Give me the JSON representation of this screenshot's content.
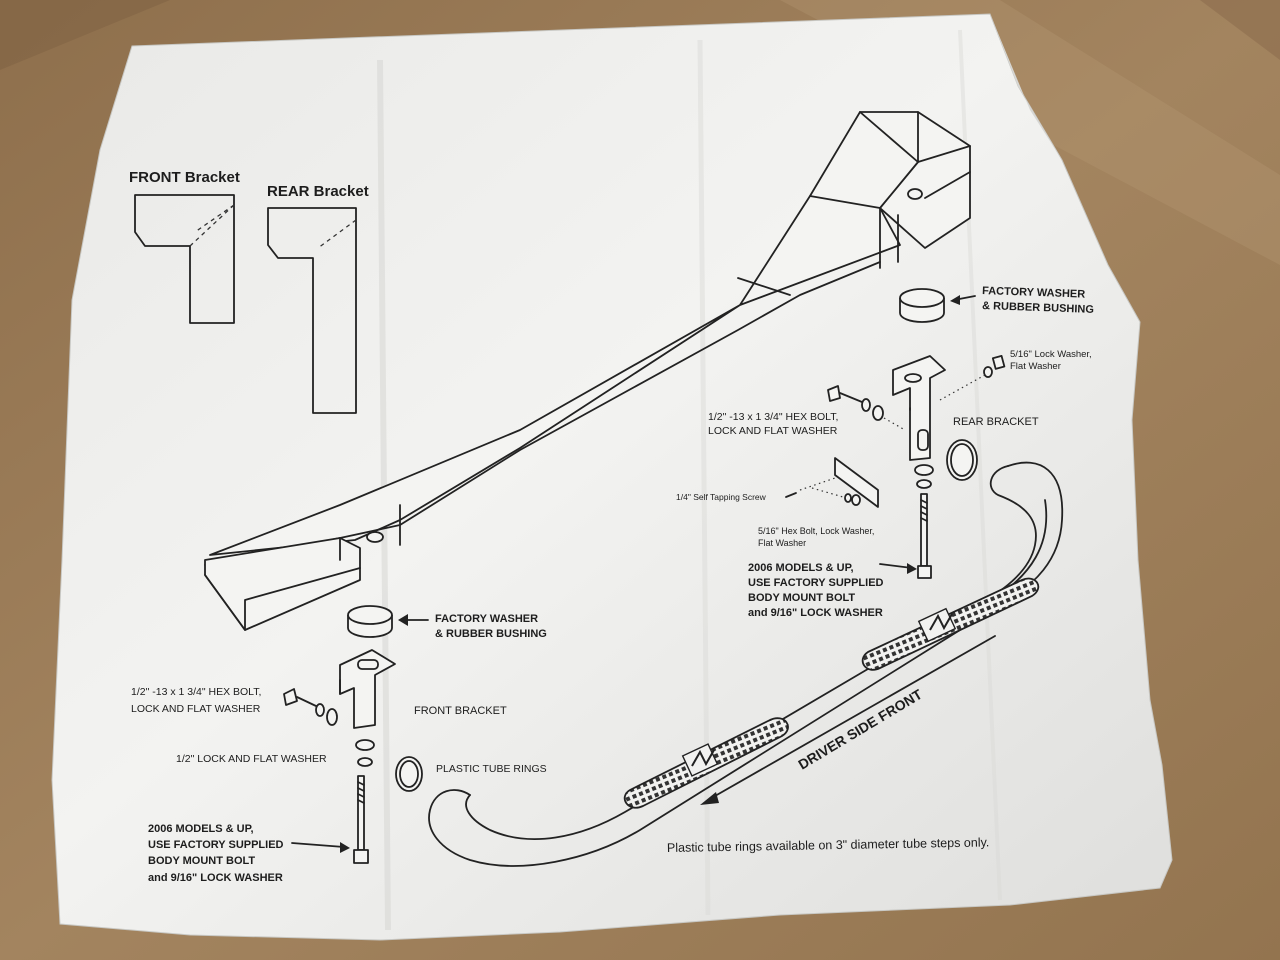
{
  "brackets": {
    "front_title": "FRONT Bracket",
    "rear_title": "REAR Bracket"
  },
  "rear": {
    "washer_bushing_line1": "FACTORY WASHER",
    "washer_bushing_line2": "& RUBBER BUSHING",
    "lock_washer_line1": "5/16\" Lock Washer,",
    "lock_washer_line2": "Flat Washer",
    "hex_bolt_line1": "1/2\" -13 x 1 3/4\"  HEX BOLT,",
    "hex_bolt_line2": "LOCK AND FLAT WASHER",
    "bracket_label": "REAR BRACKET",
    "screw_label": "1/4\" Self Tapping Screw",
    "small_bolt_line1": "5/16\" Hex Bolt, Lock Washer,",
    "small_bolt_line2": "Flat Washer",
    "models_line1": "2006 MODELS & UP,",
    "models_line2": "USE FACTORY SUPPLIED",
    "models_line3": "BODY MOUNT BOLT",
    "models_line4": "and 9/16\" LOCK WASHER"
  },
  "front": {
    "washer_bushing_line1": "FACTORY WASHER",
    "washer_bushing_line2": "& RUBBER BUSHING",
    "hex_bolt_line1": "1/2\" -13 x 1 3/4\"  HEX BOLT,",
    "hex_bolt_line2": "LOCK AND FLAT WASHER",
    "bracket_label": "FRONT BRACKET",
    "lock_flat_washer": "1/2\" LOCK AND FLAT WASHER",
    "tube_rings": "PLASTIC TUBE RINGS",
    "models_line1": "2006 MODELS & UP,",
    "models_line2": "USE FACTORY SUPPLIED",
    "models_line3": "BODY MOUNT BOLT",
    "models_line4": "and 9/16\" LOCK WASHER"
  },
  "step": {
    "driver_side": "DRIVER SIDE FRONT",
    "note": "Plastic tube rings available on 3\" diameter tube steps only."
  },
  "colors": {
    "cardboard": "#9c7d58",
    "paper": "#eeeeec",
    "ink": "#1d1d1d"
  }
}
